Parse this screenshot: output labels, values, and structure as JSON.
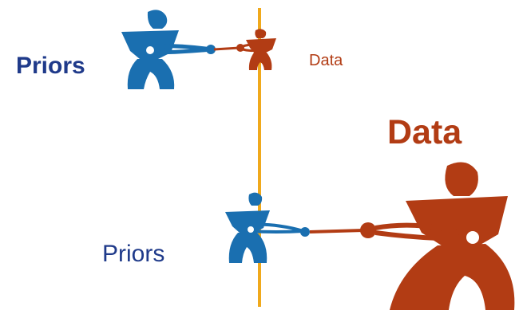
{
  "top_scene": {
    "priors_label": "Priors",
    "data_label": "Data"
  },
  "bottom_scene": {
    "data_label": "Data",
    "priors_label": "Priors"
  },
  "colors": {
    "priors": "#1a6fb0",
    "data": "#b23c14",
    "center_line": "#f0a91c",
    "priors_label": "#1f3a8a"
  }
}
